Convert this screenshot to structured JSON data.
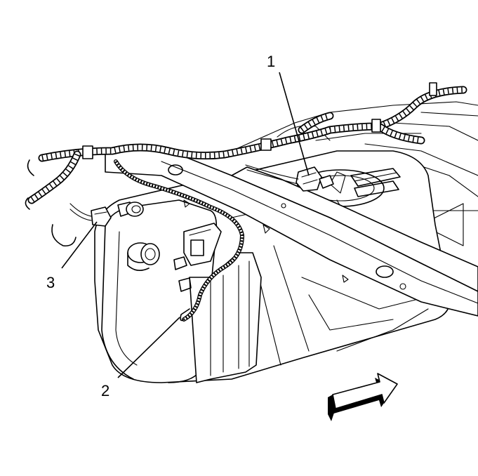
{
  "callouts": [
    {
      "id": "1",
      "label": "1"
    },
    {
      "id": "2",
      "label": "2"
    },
    {
      "id": "3",
      "label": "3"
    }
  ],
  "direction_arrow": {
    "icon": "forward-arrow-icon"
  },
  "colors": {
    "line": "#000000",
    "background": "#ffffff",
    "shade": "#f0f0f0"
  }
}
